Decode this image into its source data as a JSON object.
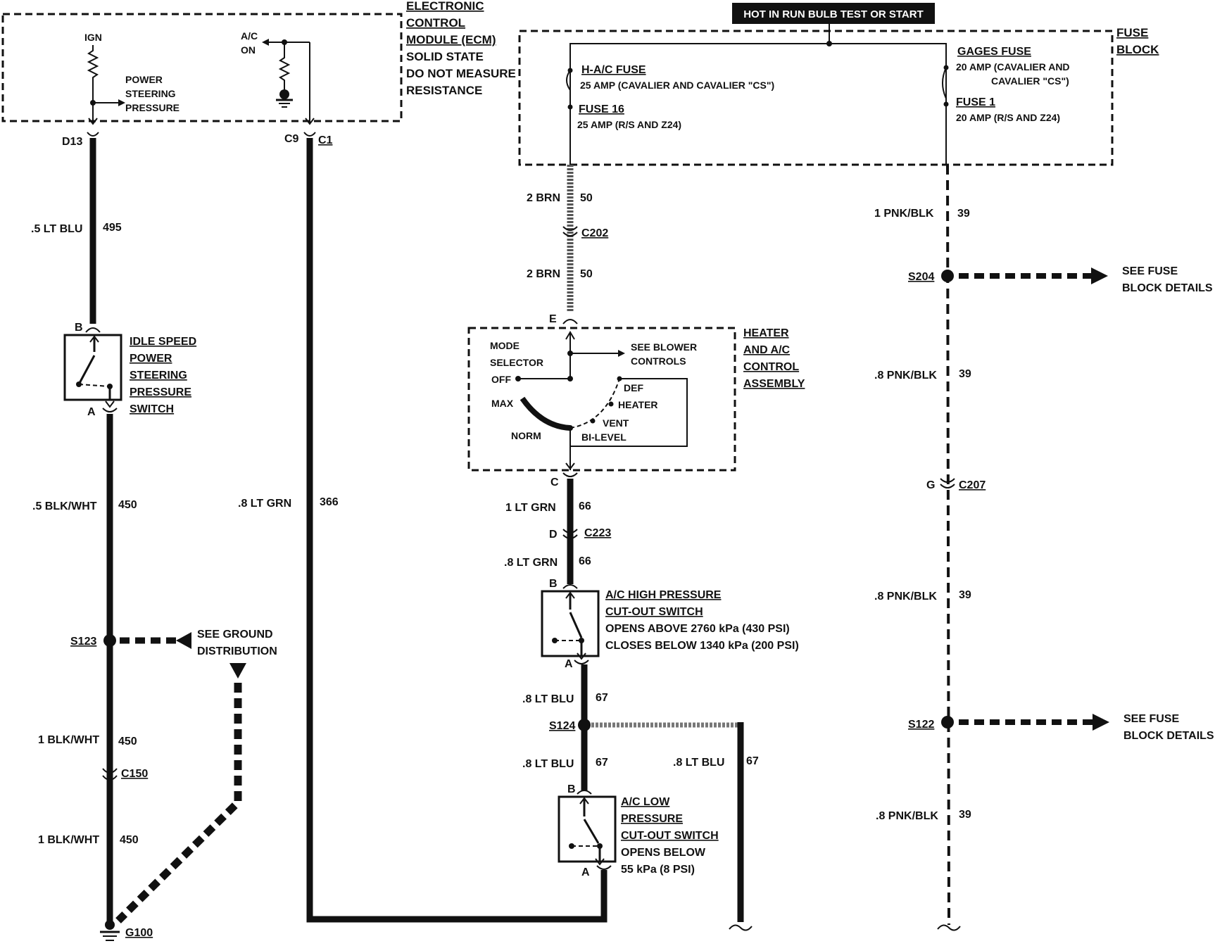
{
  "ecm": {
    "title_lines": [
      "ELECTRONIC",
      "CONTROL",
      "MODULE (ECM)"
    ],
    "note_lines": [
      "SOLID STATE",
      "DO NOT MEASURE",
      "RESISTANCE"
    ],
    "ign": "IGN",
    "ac_on": [
      "A/C",
      "ON"
    ],
    "ps_pressure": [
      "POWER",
      "STEERING",
      "PRESSURE"
    ],
    "pin_d13": "D13",
    "pin_c9": "C9",
    "conn_c1": "C1"
  },
  "hot_banner": "HOT IN RUN BULB TEST OR START",
  "fuse_block": {
    "title_lines": [
      "FUSE",
      "BLOCK"
    ],
    "hac_fuse": "H-A/C FUSE",
    "hac_rating": "25 AMP (CAVALIER AND CAVALIER \"CS\")",
    "fuse16": "FUSE 16",
    "fuse16_rating": "25 AMP (R/S AND Z24)",
    "gages_fuse": "GAGES FUSE",
    "gages_rating_1": "20 AMP (CAVALIER AND",
    "gages_rating_2": "CAVALIER \"CS\")",
    "fuse1": "FUSE 1",
    "fuse1_rating": "20 AMP (R/S AND Z24)"
  },
  "left_branch": {
    "w1_label": ".5 LT BLU",
    "w1_num": "495",
    "switch_title": [
      "IDLE SPEED",
      "POWER",
      "STEERING",
      "PRESSURE",
      "SWITCH"
    ],
    "pin_b": "B",
    "pin_a": "A",
    "w2_label": ".5 BLK/WHT",
    "w2_num": "450",
    "splice": "S123",
    "ground_dist": [
      "SEE GROUND",
      "DISTRIBUTION"
    ],
    "w3_label": "1 BLK/WHT",
    "w3_num": "450",
    "conn": "C150",
    "w4_label": "1 BLK/WHT",
    "w4_num": "450",
    "ground": "G100"
  },
  "c9_wire": {
    "label": ".8 LT GRN",
    "num": "366"
  },
  "center_branch": {
    "w1_label": "2 BRN",
    "w1_num": "50",
    "conn_c202": "C202",
    "w2_label": "2 BRN",
    "w2_num": "50",
    "pin_e": "E",
    "heater_title": [
      "HEATER",
      "AND A/C",
      "CONTROL",
      "ASSEMBLY"
    ],
    "mode_selector": [
      "MODE",
      "SELECTOR"
    ],
    "see_blower": [
      "SEE BLOWER",
      "CONTROLS"
    ],
    "pos_off": "OFF",
    "pos_max": "MAX",
    "pos_norm": "NORM",
    "pos_def": "DEF",
    "pos_heater": "HEATER",
    "pos_vent": "VENT",
    "pos_bilevel": "BI-LEVEL",
    "pin_c": "C",
    "w3_label": "1 LT GRN",
    "w3_num": "66",
    "pin_d": "D",
    "conn_c223": "C223",
    "w4_label": ".8 LT GRN",
    "w4_num": "66",
    "hp_pin_b": "B",
    "hp_title": [
      "A/C HIGH PRESSURE",
      "CUT-OUT SWITCH"
    ],
    "hp_desc": [
      "OPENS ABOVE 2760 kPa (430 PSI)",
      "CLOSES BELOW 1340 kPa (200 PSI)"
    ],
    "hp_pin_a": "A",
    "w5_label": ".8 LT BLU",
    "w5_num": "67",
    "splice_s124": "S124",
    "w6_label": ".8 LT BLU",
    "w6_num": "67",
    "w7_label": ".8 LT BLU",
    "w7_num": "67",
    "lp_pin_b": "B",
    "lp_title": [
      "A/C LOW",
      "PRESSURE",
      "CUT-OUT SWITCH"
    ],
    "lp_desc": [
      "OPENS BELOW",
      "55 kPa (8 PSI)"
    ],
    "lp_pin_a": "A"
  },
  "right_branch": {
    "w1_label": "1 PNK/BLK",
    "w1_num": "39",
    "splice_s204": "S204",
    "see_fuse_1": [
      "SEE FUSE",
      "BLOCK DETAILS"
    ],
    "w2_label": ".8 PNK/BLK",
    "w2_num": "39",
    "pin_g": "G",
    "conn_c207": "C207",
    "w3_label": ".8 PNK/BLK",
    "w3_num": "39",
    "splice_s122": "S122",
    "see_fuse_2": [
      "SEE FUSE",
      "BLOCK DETAILS"
    ],
    "w4_label": ".8 PNK/BLK",
    "w4_num": "39"
  }
}
